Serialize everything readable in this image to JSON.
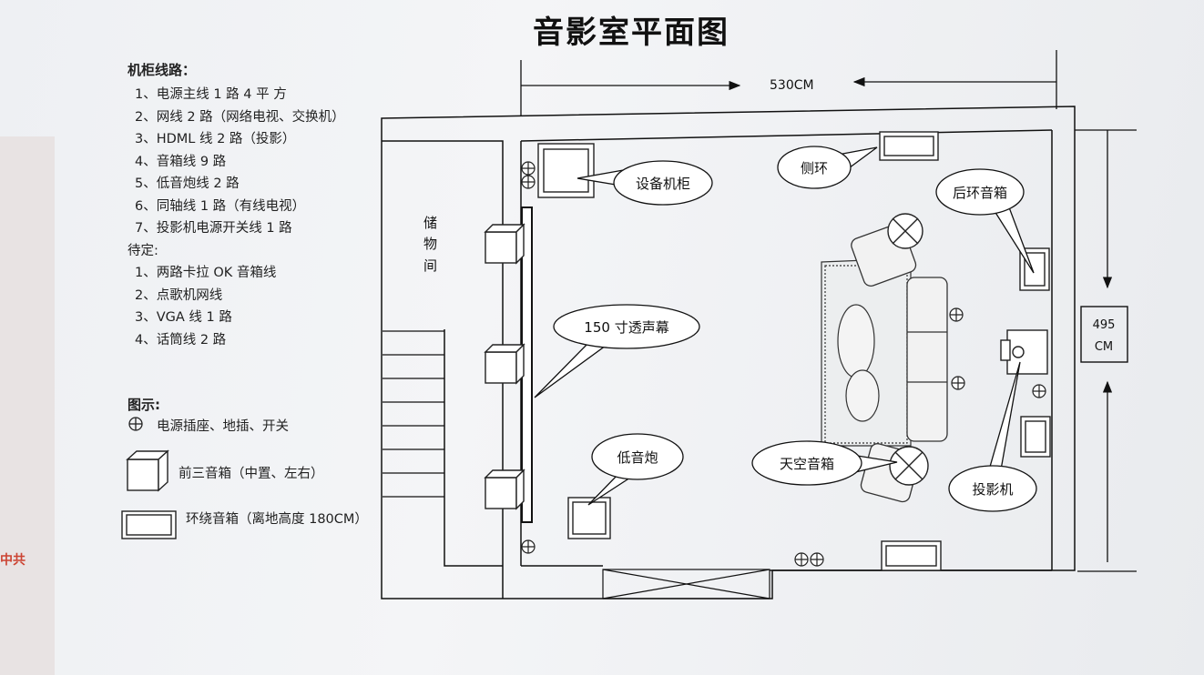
{
  "title": "音影室平面图",
  "cabinet_lines": {
    "heading": "机柜线路：",
    "items": [
      "1、电源主线 1 路 4 平  方",
      "2、网线 2 路（网络电视、交换机）",
      "3、HDML 线 2 路（投影）",
      "4、音箱线 9 路",
      "5、低音炮线 2 路",
      "6、同轴线 1 路（有线电视）",
      "7、投影机电源开关线 1 路"
    ],
    "pending_heading": "待定:",
    "pending_items": [
      "1、两路卡拉 OK 音箱线",
      "2、点歌机网线",
      "3、VGA 线 1 路",
      "4、话筒线 2 路"
    ]
  },
  "legend": {
    "heading": "图示:",
    "socket": "电源插座、地插、开关",
    "front_speaker": "前三音箱（中置、左右）",
    "surround_speaker": "环绕音箱（离地高度 180CM）"
  },
  "dimensions": {
    "width": "530CM",
    "height_value": "495",
    "height_unit": "CM"
  },
  "rooms": {
    "storage": [
      "储",
      "物",
      "间"
    ]
  },
  "callouts": {
    "cabinet": "设备机柜",
    "side_surround": "侧环",
    "rear_surround": "后环音箱",
    "screen": "150 寸透声幕",
    "subwoofer": "低音炮",
    "ceiling_speaker": "天空音箱",
    "projector": "投影机"
  },
  "side_stamp": "中共"
}
